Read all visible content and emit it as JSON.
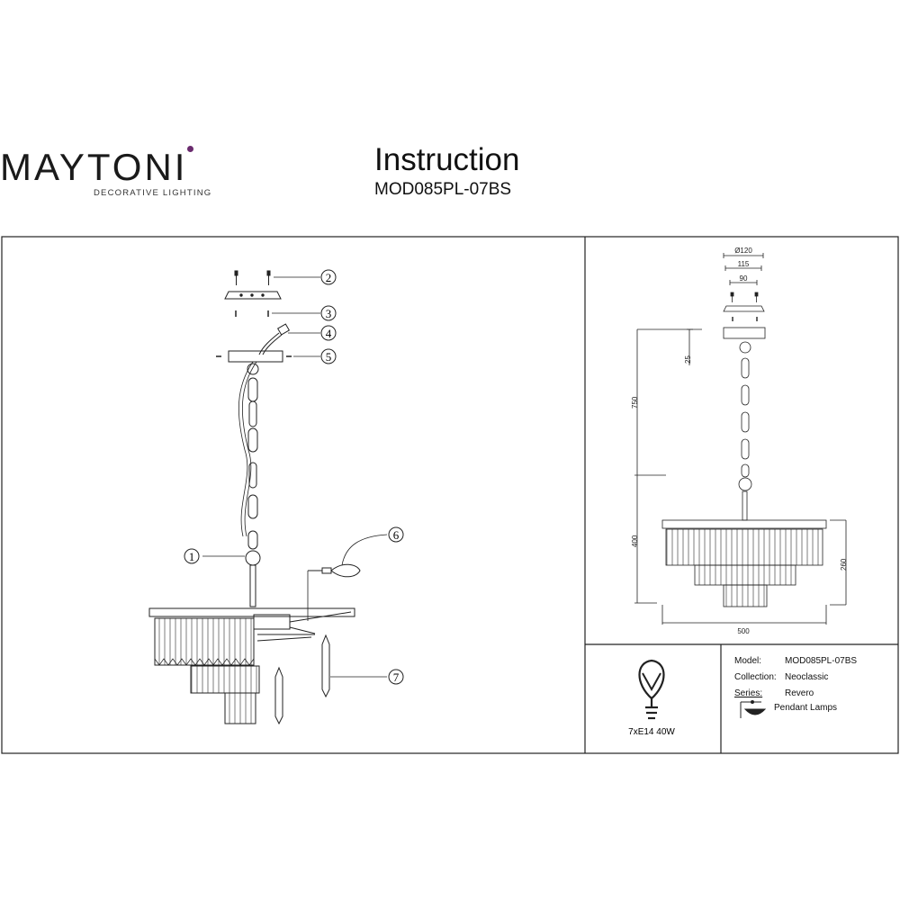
{
  "header": {
    "brand": "MAYTONI",
    "tagline": "DECORATIVE LIGHTING",
    "title": "Instruction",
    "model_code": "MOD085PL-07BS"
  },
  "colors": {
    "brand_accent": "#6a2b6e",
    "line": "#222222"
  },
  "callouts": [
    "1",
    "2",
    "3",
    "4",
    "5",
    "6",
    "7"
  ],
  "dimensions": {
    "d120": "Ø120",
    "d115": "115",
    "d90": "90",
    "h25": "25",
    "h750": "750",
    "h400": "400",
    "h260": "260",
    "w500": "500"
  },
  "lamp": {
    "spec": "7xE14 40W",
    "icon": "light-bulb-icon"
  },
  "specs": {
    "model_label": "Model:",
    "model_value": "MOD085PL-07BS",
    "collection_label": "Collection:",
    "collection_value": "Neoclassic",
    "series_label": "Series:",
    "series_value": "Revero",
    "type_value": "Pendant Lamps",
    "type_icon": "pendant-lamp-icon"
  }
}
